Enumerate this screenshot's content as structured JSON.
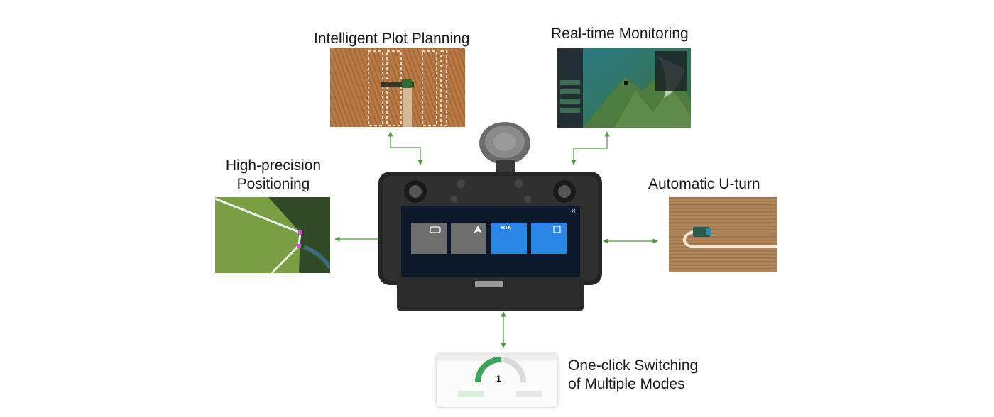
{
  "features": {
    "plot_planning": {
      "label": "Intelligent Plot Planning"
    },
    "monitoring": {
      "label": "Real-time Monitoring"
    },
    "positioning": {
      "label_line1": "High-precision",
      "label_line2": "Positioning"
    },
    "uturn": {
      "label": "Automatic U-turn"
    },
    "mode_switching": {
      "label_line1": "One-click Switching",
      "label_line2": "of Multiple Modes"
    }
  },
  "controller_screen": {
    "tiles": [
      {
        "icon": "remote-control-icon",
        "color": "#6e6e6e"
      },
      {
        "icon": "navigation-arrow-icon",
        "color": "#6e6e6e"
      },
      {
        "icon": "rtk-badge",
        "text": "RTK",
        "color": "#2a86e6"
      },
      {
        "icon": "device-icon",
        "color": "#2a86e6"
      }
    ],
    "close_glyph": "×"
  },
  "mode_panel": {
    "gauge_value": "1"
  },
  "colors": {
    "arrow": "#4a9a3a",
    "tile_active": "#2a86e6",
    "tile_inactive": "#6e6e6e",
    "field_brown": "#b97d45",
    "crop_green": "#6f9a3a"
  }
}
